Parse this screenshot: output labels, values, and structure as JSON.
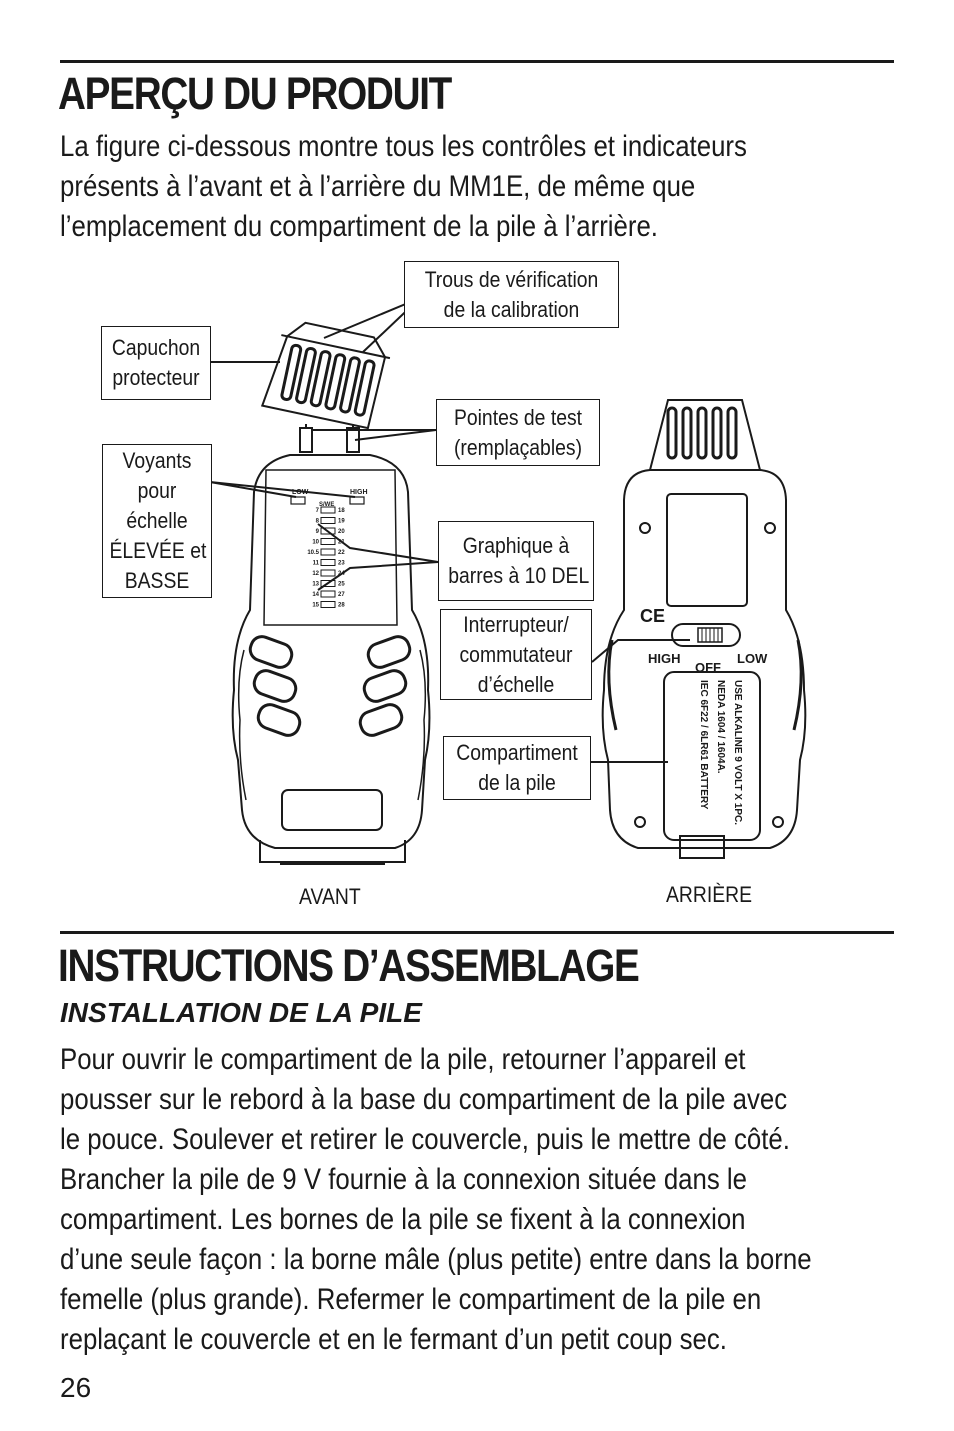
{
  "section1": {
    "title": "APERÇU DU PRODUIT",
    "intro": [
      "La figure ci-dessous montre tous les contrôles et indicateurs",
      "présents à l’avant et à l’arrière du MM1E, de même que",
      "l’emplacement du compartiment de la pile à l’arrière."
    ]
  },
  "figure": {
    "callouts": {
      "calibration": [
        "Trous de vérification",
        "de la calibration"
      ],
      "cap": [
        "Capuchon",
        "protecteur"
      ],
      "pins": [
        "Pointes de test",
        "(remplaçables)"
      ],
      "leds": [
        "Voyants",
        "pour",
        "échelle",
        "ÉLEVÉE et",
        "BASSE"
      ],
      "bargraph": [
        "Graphique à",
        "barres à 10 DEL"
      ],
      "switch": [
        "Interrupteur/",
        "commutateur",
        "d’échelle"
      ],
      "battery": [
        "Compartiment",
        "de la pile"
      ]
    },
    "device_labels": {
      "low": "LOW",
      "high": "HIGH",
      "scale": "S/WE",
      "off": "OFF",
      "ce": "CE",
      "battery_text": [
        "USE ALKALINE 9 VOLT X 1PC.",
        "NEDA 1604 / 1604A.",
        "IEC 6F22 / 6LR61 BATTERY"
      ],
      "left_scale": [
        "7",
        "8",
        "9",
        "10",
        "10.5",
        "11",
        "12",
        "13",
        "14",
        "15"
      ],
      "right_scale": [
        "18",
        "19",
        "20",
        "21",
        "22",
        "23",
        "24",
        "25",
        "27",
        "28"
      ]
    },
    "front_label": "AVANT",
    "back_label": "ARRIÈRE"
  },
  "section2": {
    "title": "INSTRUCTIONS D’ASSEMBLAGE",
    "subtitle": "INSTALLATION DE LA PILE",
    "body": [
      "Pour ouvrir le compartiment de la pile, retourner l’appareil et",
      "pousser sur le rebord à la base du compartiment de la pile avec",
      "le pouce. Soulever et retirer le couvercle, puis le mettre de côté.",
      "Brancher la pile de 9 V fournie à la connexion située dans le",
      "compartiment. Les bornes de la pile se fixent à la connexion",
      "d’une seule façon : la borne mâle (plus petite) entre dans la borne",
      "femelle (plus grande). Refermer le compartiment de la pile en",
      "replaçant le couvercle et en le fermant d’un petit coup sec."
    ]
  },
  "page_number": "26"
}
